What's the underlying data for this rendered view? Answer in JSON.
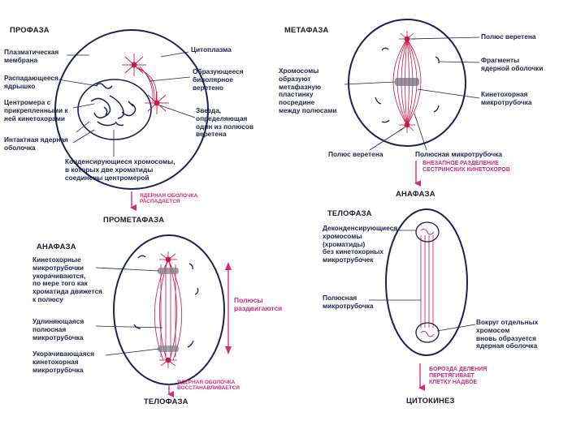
{
  "colors": {
    "membrane": "#1e1e5a",
    "spindle": "#c8184a",
    "accent": "#d02a7c",
    "label_line": "#1e1e5a",
    "text": "#22244a"
  },
  "prophase": {
    "title": "ПРОФАЗА",
    "labels": {
      "plasma_membrane": "Плазматическая\nмембрана",
      "nucleolus": "Распадающееся\nядрышко",
      "centromere": "Центромера с\nприкрепленными к\nней кинетохорами",
      "nuclear_envelope": "Интактная ядерная\nоболочка",
      "cytoplasm": "Цитоплазма",
      "bipolar_spindle": "Образующееся\nбиполярное\nверетено",
      "aster": "Звезда,\nопределяющая\nодин из полюсов\nверетена",
      "condensing": "Конденсирующиеся хромосомы,\nв которых две хроматиды\nсоединены центромерой"
    },
    "arrow_note": "ЯДЕРНАЯ ОБОЛОЧКА\nРАСПАДАЕТСЯ"
  },
  "prometaphase": {
    "title": "ПРОМЕТАФАЗА"
  },
  "metaphase": {
    "title": "МЕТАФАЗА",
    "labels": {
      "spindle_pole_top": "Полюс веретена",
      "envelope_fragments": "Фрагменты\nядерной оболочки",
      "kinetochore_mt": "Кинетохорная\nмикротрубочка",
      "chromosomes": "Хромосомы\nобразуют\nметафазную\nпластинку\nпосредине\nмежду полюсами",
      "spindle_pole_bottom": "Полюс веретена",
      "polar_mt": "Полюсная микротрубочка"
    },
    "arrow_note": "ВНЕЗАПНОЕ РАЗДЕЛЕНИЕ\nСЕСТРИНСКИХ КИНЕТОХОРОВ"
  },
  "anaphase_top": {
    "title": "АНАФАЗА"
  },
  "anaphase": {
    "title": "АНАФАЗА",
    "labels": {
      "kinetochore_shortening": "Кинетохорные\nмикротрубочки\nукорачиваются,\nпо мере того как\nхроматида движется\nк полюсу",
      "polar_lengthening": "Удлиняющаяся\nполюсная\nмикротрубочка",
      "kinetochore_short": "Укорачивающаяся\nкинетохорная\nмикротрубочка"
    },
    "poles_note": "Полюсы\nраздвигаются",
    "arrow_note": "ЯДЕРНАЯ ОБОЛОЧКА\nВОССТАНАВЛИВАЕТСЯ"
  },
  "telophase_top": {
    "title": "ТЕЛОФАЗА"
  },
  "telophase": {
    "labels": {
      "decondensing": "Деконденсирующиеся\nхромосомы\n(хроматиды)\nбез кинетохорных\nмикротрубочек",
      "polar_mt": "Полюсная\nмикротрубочка",
      "new_envelope": "Вокруг отдельных\nхромосом\nвновь образуется\nядерная оболочка"
    },
    "arrow_note": "БОРОЗДА ДЕЛЕНИЯ\nПЕРЕТЯГИВАЕТ\nКЛЕТКУ НАДВОЕ"
  },
  "telophase_bottom": {
    "title": "ТЕЛОФАЗА"
  },
  "cytokinesis": {
    "title": "ЦИТОКИНЕЗ"
  }
}
